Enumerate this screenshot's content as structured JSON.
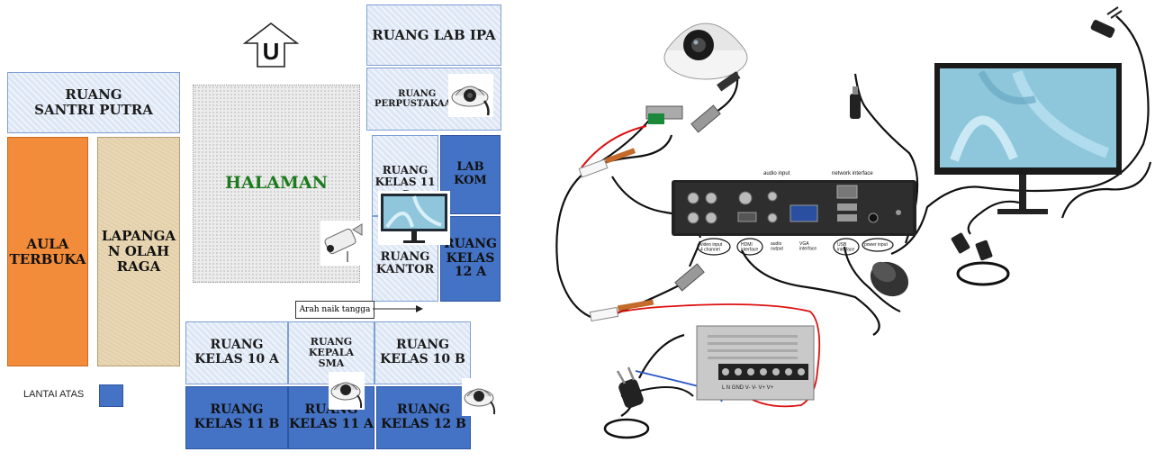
{
  "floorplan": {
    "north_label": "U",
    "rooms": {
      "santri_putra": "RUANG\nSANTRI PUTRA",
      "aula": "AULA\nTERBUKA",
      "lapangan": "LAPANGA\nN OLAH\nRAGA",
      "halaman": "HALAMAN",
      "lab_ipa": "RUANG LAB IPA",
      "perpustakaan": "RUANG\nPERPUSTAKAAN",
      "kelas_11c": "RUANG\nKELAS 11 C",
      "lab_kom": "LAB\nKOM",
      "kantor": "RUANG\nKANTOR",
      "kelas_12a": "RUANG\nKELAS\n12 A",
      "kelas_10a": "RUANG\nKELAS 10 A",
      "kepala_sma": "RUANG\nKEPALA\nSMA",
      "kelas_10b": "RUANG\nKELAS 10 B",
      "kelas_11b": "RUANG\nKELAS 11 B",
      "kelas_11a": "RUANG\nKELAS 11 A",
      "kelas_12b": "RUANG\nKELAS 12 B"
    },
    "stairs_note": "Arah naik tangga",
    "legend_label": "LANTAI ATAS",
    "colors": {
      "upper_floor": "#4472c4",
      "aula": "#f28c3a",
      "lapangan": "#e8d6b3",
      "halaman_text": "#1e7a1e",
      "light_room": "#dce6f5"
    }
  },
  "wiring": {
    "dvr_labels": {
      "audio_input": "audio input",
      "network_interface": "network interface",
      "video_input": "video input\n4 channel",
      "hdmi": "HDMI\ninterface",
      "audio_output": "audio\noutput",
      "vga": "VGA\ninterface",
      "usb": "USB\ninterface",
      "power_input": "power input"
    },
    "psu_terminals": "L  N  GND  V-  V-  V+  V+"
  }
}
